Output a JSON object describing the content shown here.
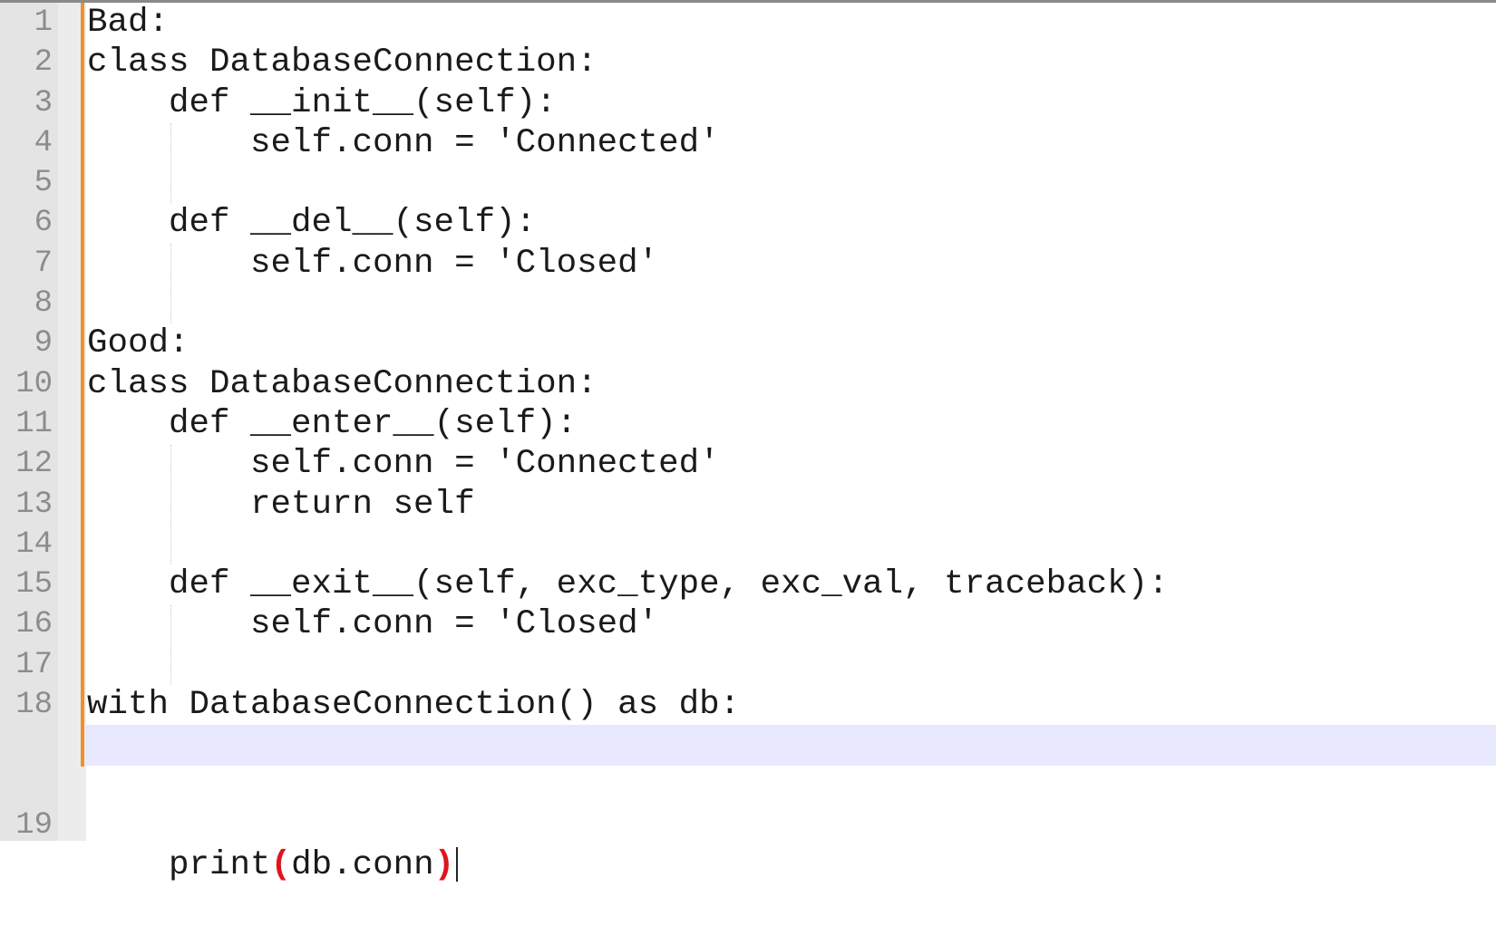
{
  "editor": {
    "lines": [
      {
        "num": "1",
        "text": "Bad:"
      },
      {
        "num": "2",
        "text": "class DatabaseConnection:"
      },
      {
        "num": "3",
        "text": "    def __init__(self):"
      },
      {
        "num": "4",
        "text": "        self.conn = 'Connected'"
      },
      {
        "num": "5",
        "text": ""
      },
      {
        "num": "6",
        "text": "    def __del__(self):"
      },
      {
        "num": "7",
        "text": "        self.conn = 'Closed'"
      },
      {
        "num": "8",
        "text": ""
      },
      {
        "num": "9",
        "text": "Good:"
      },
      {
        "num": "10",
        "text": "class DatabaseConnection:"
      },
      {
        "num": "11",
        "text": "    def __enter__(self):"
      },
      {
        "num": "12",
        "text": "        self.conn = 'Connected'"
      },
      {
        "num": "13",
        "text": "        return self"
      },
      {
        "num": "14",
        "text": ""
      },
      {
        "num": "15",
        "text": "    def __exit__(self, exc_type, exc_val, traceback):"
      },
      {
        "num": "16",
        "text": "        self.conn = 'Closed'"
      },
      {
        "num": "17",
        "text": ""
      },
      {
        "num": "18",
        "text": "with DatabaseConnection() as db:"
      }
    ],
    "current_line": {
      "num": "19",
      "before": "    print",
      "open": "(",
      "inner": "db.conn",
      "close": ")"
    },
    "colors": {
      "change_bar": "#f0902a",
      "current_line_bg": "#e8e8ff",
      "brace_match": "#e0141e"
    }
  }
}
